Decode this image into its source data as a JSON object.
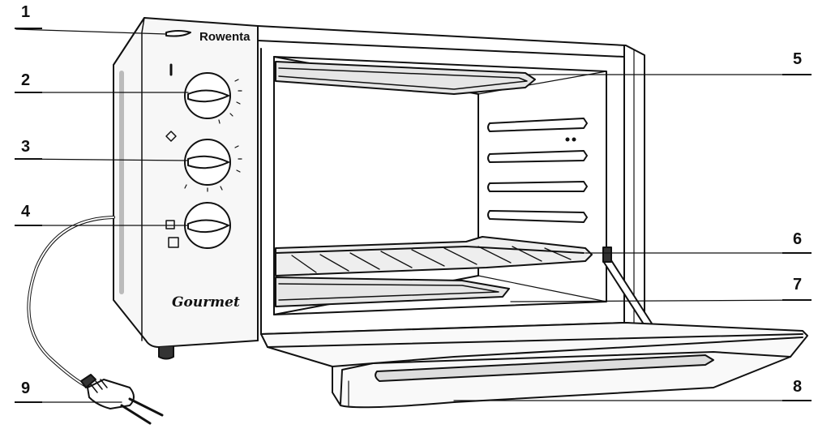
{
  "brand": "Rowenta",
  "model_script": "Gourmet",
  "callouts": [
    "1",
    "2",
    "3",
    "4",
    "5",
    "6",
    "7",
    "8",
    "9"
  ],
  "colors": {
    "ink": "#111111",
    "shade": "#dcdcdc",
    "light": "#f4f4f4"
  }
}
